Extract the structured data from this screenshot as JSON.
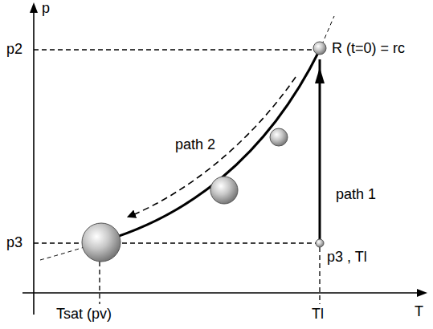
{
  "diagram": {
    "labels": [
      "p",
      "T",
      "p2",
      "p3",
      "R (t=0) = rc",
      "path 2",
      "path 1",
      "p3 , Tl",
      "Tsat (pv)",
      "Tl"
    ]
  }
}
